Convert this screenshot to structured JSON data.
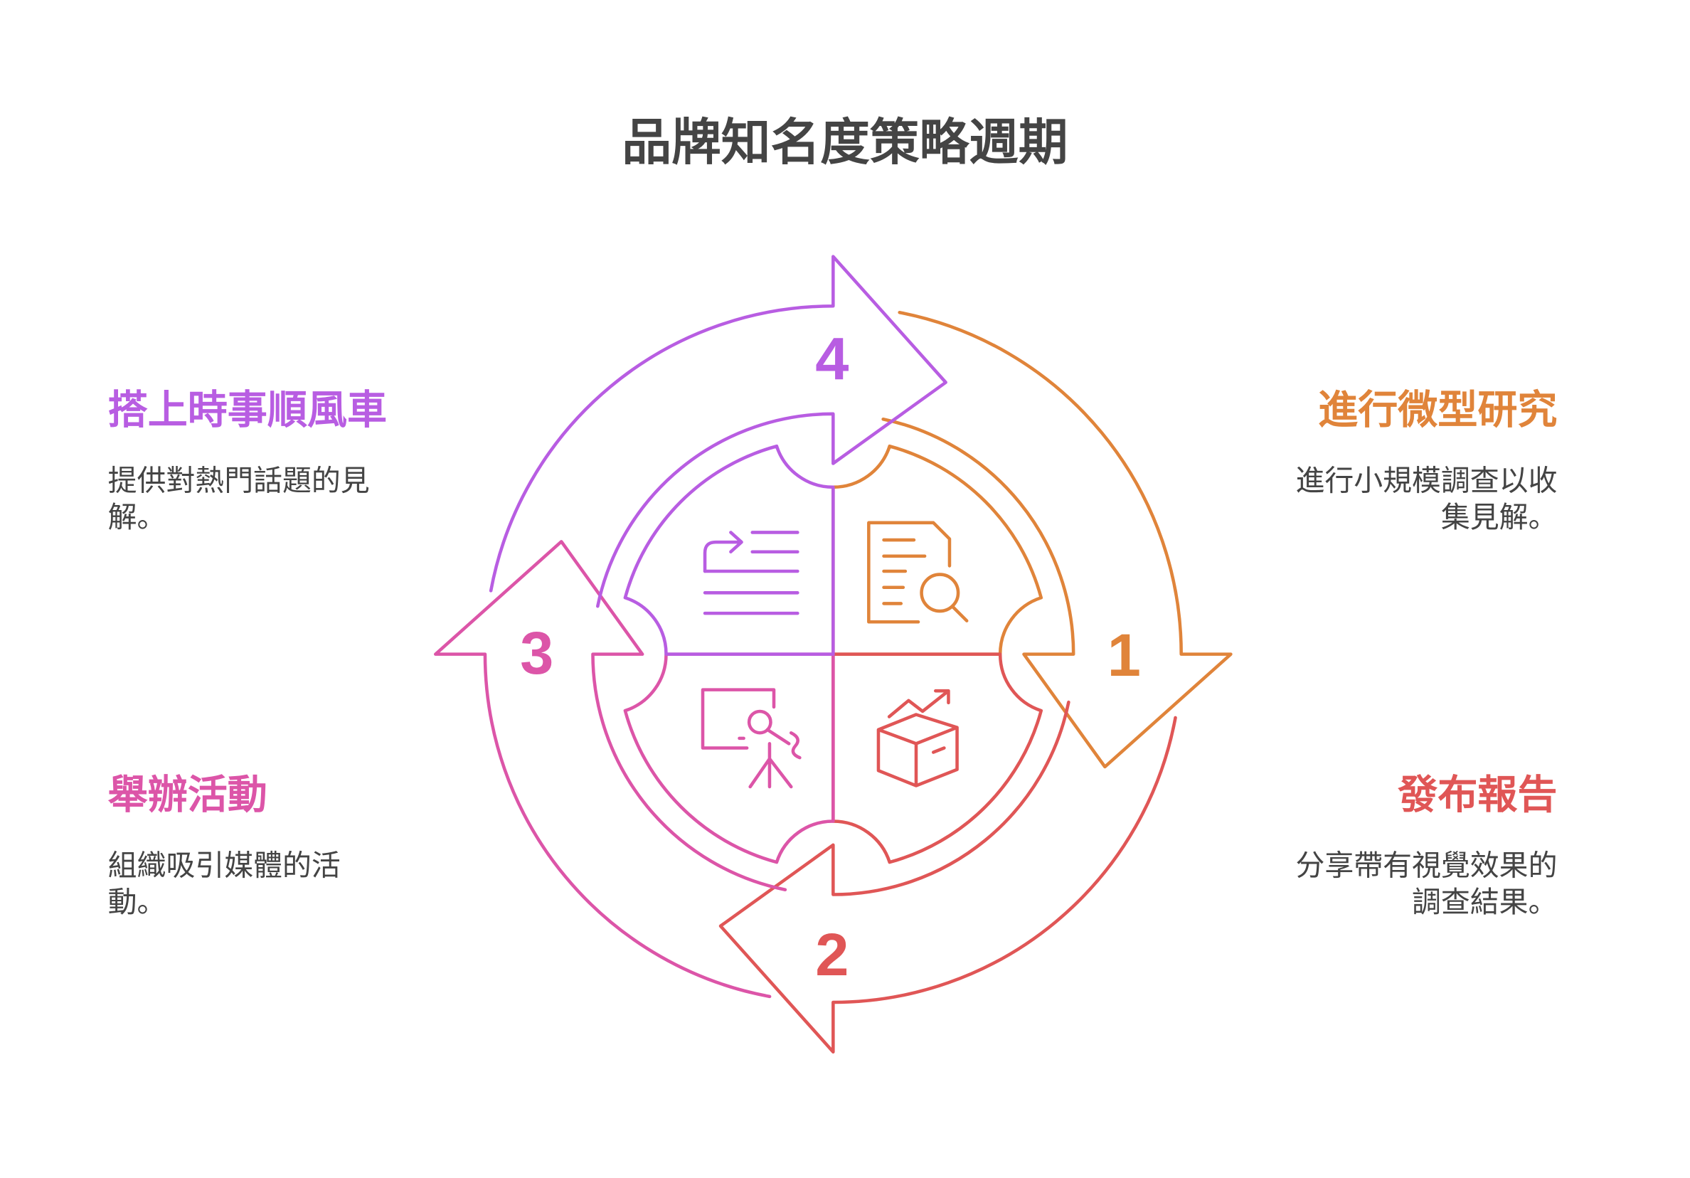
{
  "title": "品牌知名度策略週期",
  "colors": {
    "orange": "#E0843A",
    "red": "#E05656",
    "pink": "#DC55A8",
    "purple": "#B85DE2",
    "text": "#444444"
  },
  "steps": [
    {
      "number": "1",
      "heading": "進行微型研究",
      "desc_lines": [
        "進行小規模調查以收",
        "集見解。"
      ],
      "icon": "document-search-icon"
    },
    {
      "number": "2",
      "heading": "發布報告",
      "desc_lines": [
        "分享帶有視覺效果的",
        "調查結果。"
      ],
      "icon": "box-trend-icon"
    },
    {
      "number": "3",
      "heading": "舉辦活動",
      "desc_lines": [
        "組織吸引媒體的活",
        "動。"
      ],
      "icon": "presenter-icon"
    },
    {
      "number": "4",
      "heading": "搭上時事順風車",
      "desc_lines": [
        "提供對熱門話題的見",
        "解。"
      ],
      "icon": "list-redirect-icon"
    }
  ]
}
